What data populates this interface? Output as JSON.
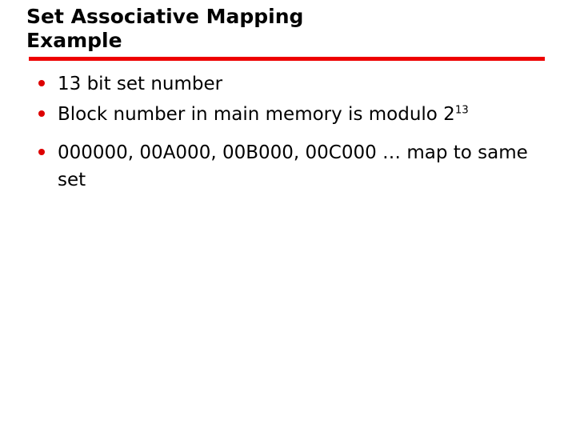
{
  "slide": {
    "background_color": "#ffffff",
    "accent_color": "#ee0000",
    "text_color": "#000000"
  },
  "title": {
    "line1": "Set Associative Mapping",
    "line2": "Example",
    "rule_color": "#ee0000"
  },
  "body": {
    "bullet_color": "#dd0000",
    "bullets": [
      {
        "text": "13 bit set number",
        "has_superscript": false
      },
      {
        "text": "Block number in main memory is modulo 2",
        "superscript": "13",
        "has_superscript": true
      },
      {
        "text": "000000, 00A000, 00B000, 00C000 … map to same set",
        "has_superscript": false
      }
    ]
  }
}
